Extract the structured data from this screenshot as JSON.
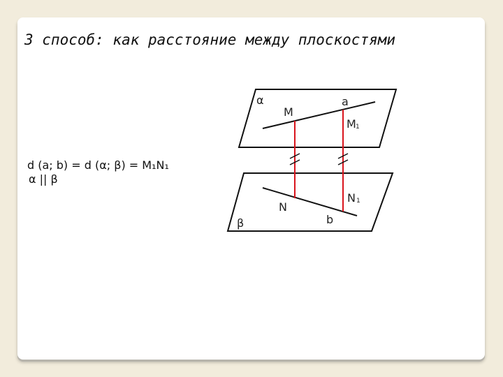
{
  "title": "3 способ: как расстояние между плоскостями",
  "formula": {
    "line1": "d (a; b) = d (α; β) = M₁N₁",
    "line2": "α || β"
  },
  "diagram": {
    "plane_alpha_label": "α",
    "plane_beta_label": "β",
    "line_a_label": "a",
    "line_b_label": "b",
    "point_m_label": "M",
    "point_m1_label": "M",
    "point_m1_sub": "1",
    "point_n_label": "N",
    "point_n1_label": "N",
    "point_n1_sub": "1",
    "colors": {
      "outline": "#111111",
      "perpendicular": "#d9141c"
    }
  }
}
